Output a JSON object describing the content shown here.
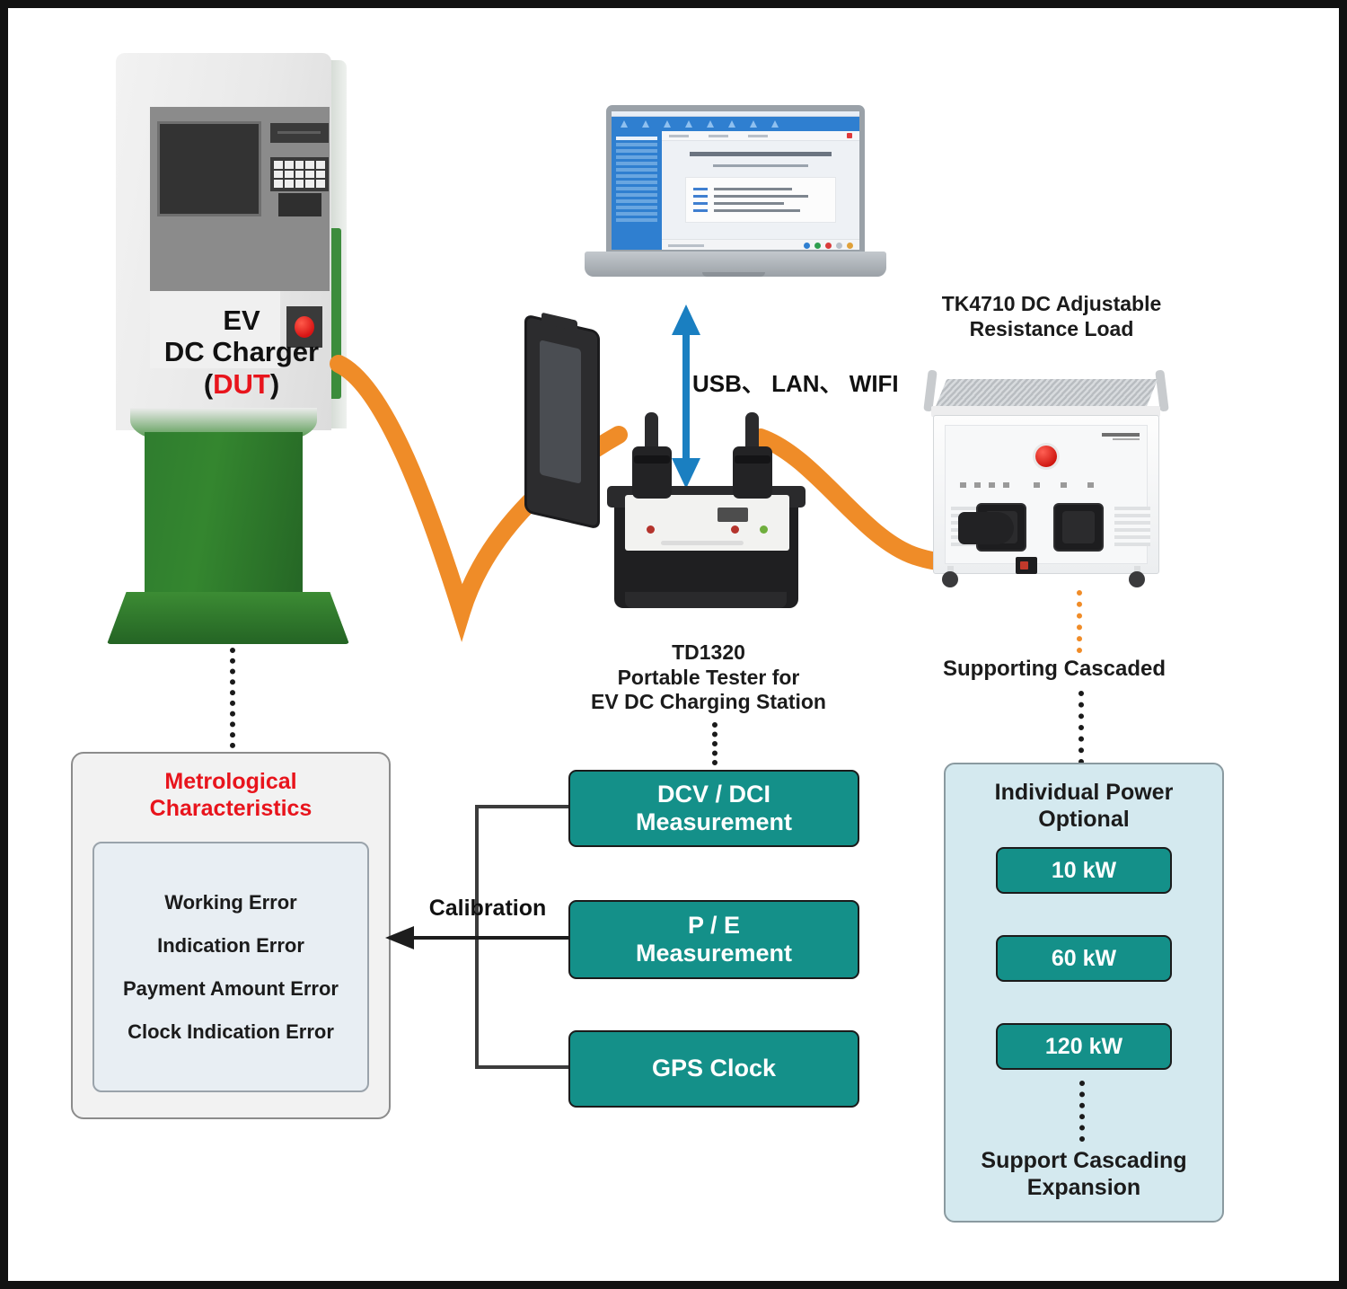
{
  "diagram": {
    "title": "EV DC Charger Calibration System Diagram",
    "colors": {
      "teal": "#149089",
      "red": "#e8141c",
      "orange_cable": "#f08c28",
      "blue_arrow": "#1a7fc1",
      "green_charger": "#2f7d2f",
      "light_blue_panel": "#d4e9ef"
    }
  },
  "charger": {
    "label_line1": "EV",
    "label_line2": "DC Charger",
    "label_open_paren": "(",
    "label_dut": "DUT",
    "label_close_paren": ")"
  },
  "laptop": {
    "name": "laptop-running-calibration-software"
  },
  "link": {
    "arrow_name": "usb-lan-wifi-double-arrow",
    "label": "USB、 LAN、 WIFI"
  },
  "tester": {
    "caption_line1": "TD1320",
    "caption_line2": "Portable Tester for",
    "caption_line3": "EV DC Charging  Station"
  },
  "load": {
    "caption_line1": "TK4710 DC Adjustable",
    "caption_line2": "Resistance Load",
    "cascade_caption": "Supporting Cascaded"
  },
  "metrological": {
    "title_line1": "Metrological",
    "title_line2": "Characteristics",
    "items": [
      "Working Error",
      "Indication Error",
      "Payment Amount Error",
      "Clock Indication Error"
    ]
  },
  "calibration": {
    "label": "Calibration"
  },
  "measurement_boxes": [
    {
      "line1": "DCV / DCI",
      "line2": "Measurement"
    },
    {
      "line1": "P / E",
      "line2": "Measurement"
    },
    {
      "line1": "GPS Clock",
      "line2": ""
    }
  ],
  "power": {
    "title_line1": "Individual Power",
    "title_line2": "Optional",
    "options": [
      "10 kW",
      "60 kW",
      "120 kW"
    ],
    "footer_line1": "Support Cascading",
    "footer_line2": "Expansion"
  }
}
